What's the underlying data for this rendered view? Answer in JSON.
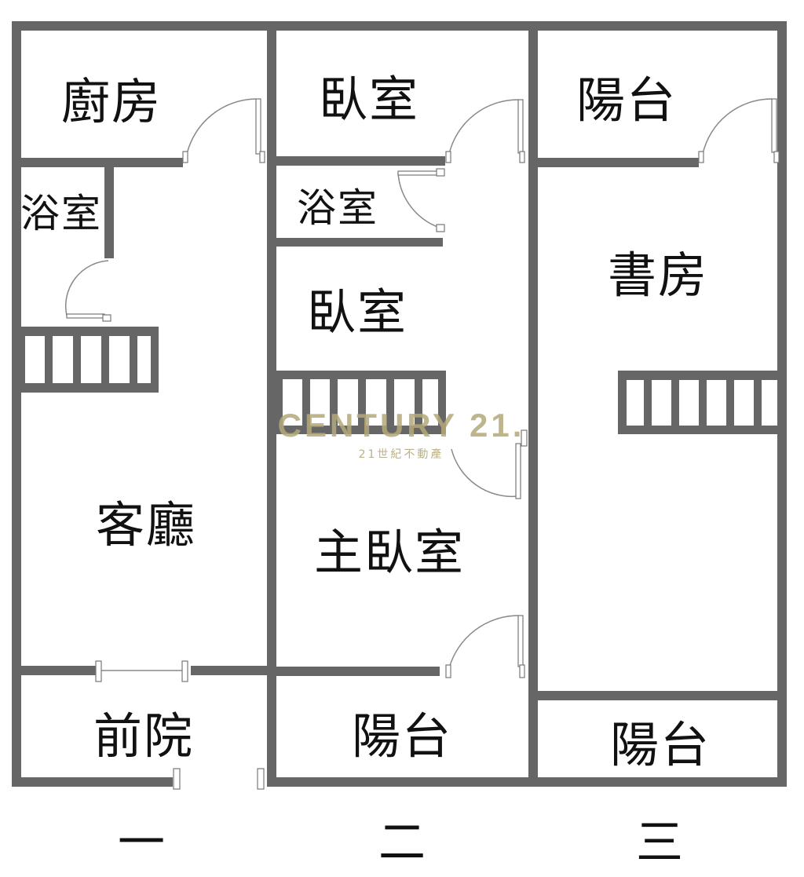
{
  "colors": {
    "wall": "#666666",
    "text": "#111111",
    "watermark": "#b5a97a"
  },
  "floors": [
    {
      "number_label": "一",
      "rooms": {
        "kitchen": "廚房",
        "bathroom": "浴室",
        "living_room": "客廳",
        "front_yard": "前院"
      },
      "stairs_steps": 5
    },
    {
      "number_label": "二",
      "rooms": {
        "bedroom_top": "臥室",
        "bathroom": "浴室",
        "bedroom_middle": "臥室",
        "master_bedroom": "主臥室",
        "balcony": "陽台"
      },
      "stairs_steps": 6
    },
    {
      "number_label": "三",
      "rooms": {
        "balcony_top": "陽台",
        "study": "書房",
        "balcony_bottom": "陽台"
      },
      "stairs_steps": 6
    }
  ],
  "watermark": {
    "brand": "CENTURY 21.",
    "subtitle": "21世紀不動產"
  }
}
